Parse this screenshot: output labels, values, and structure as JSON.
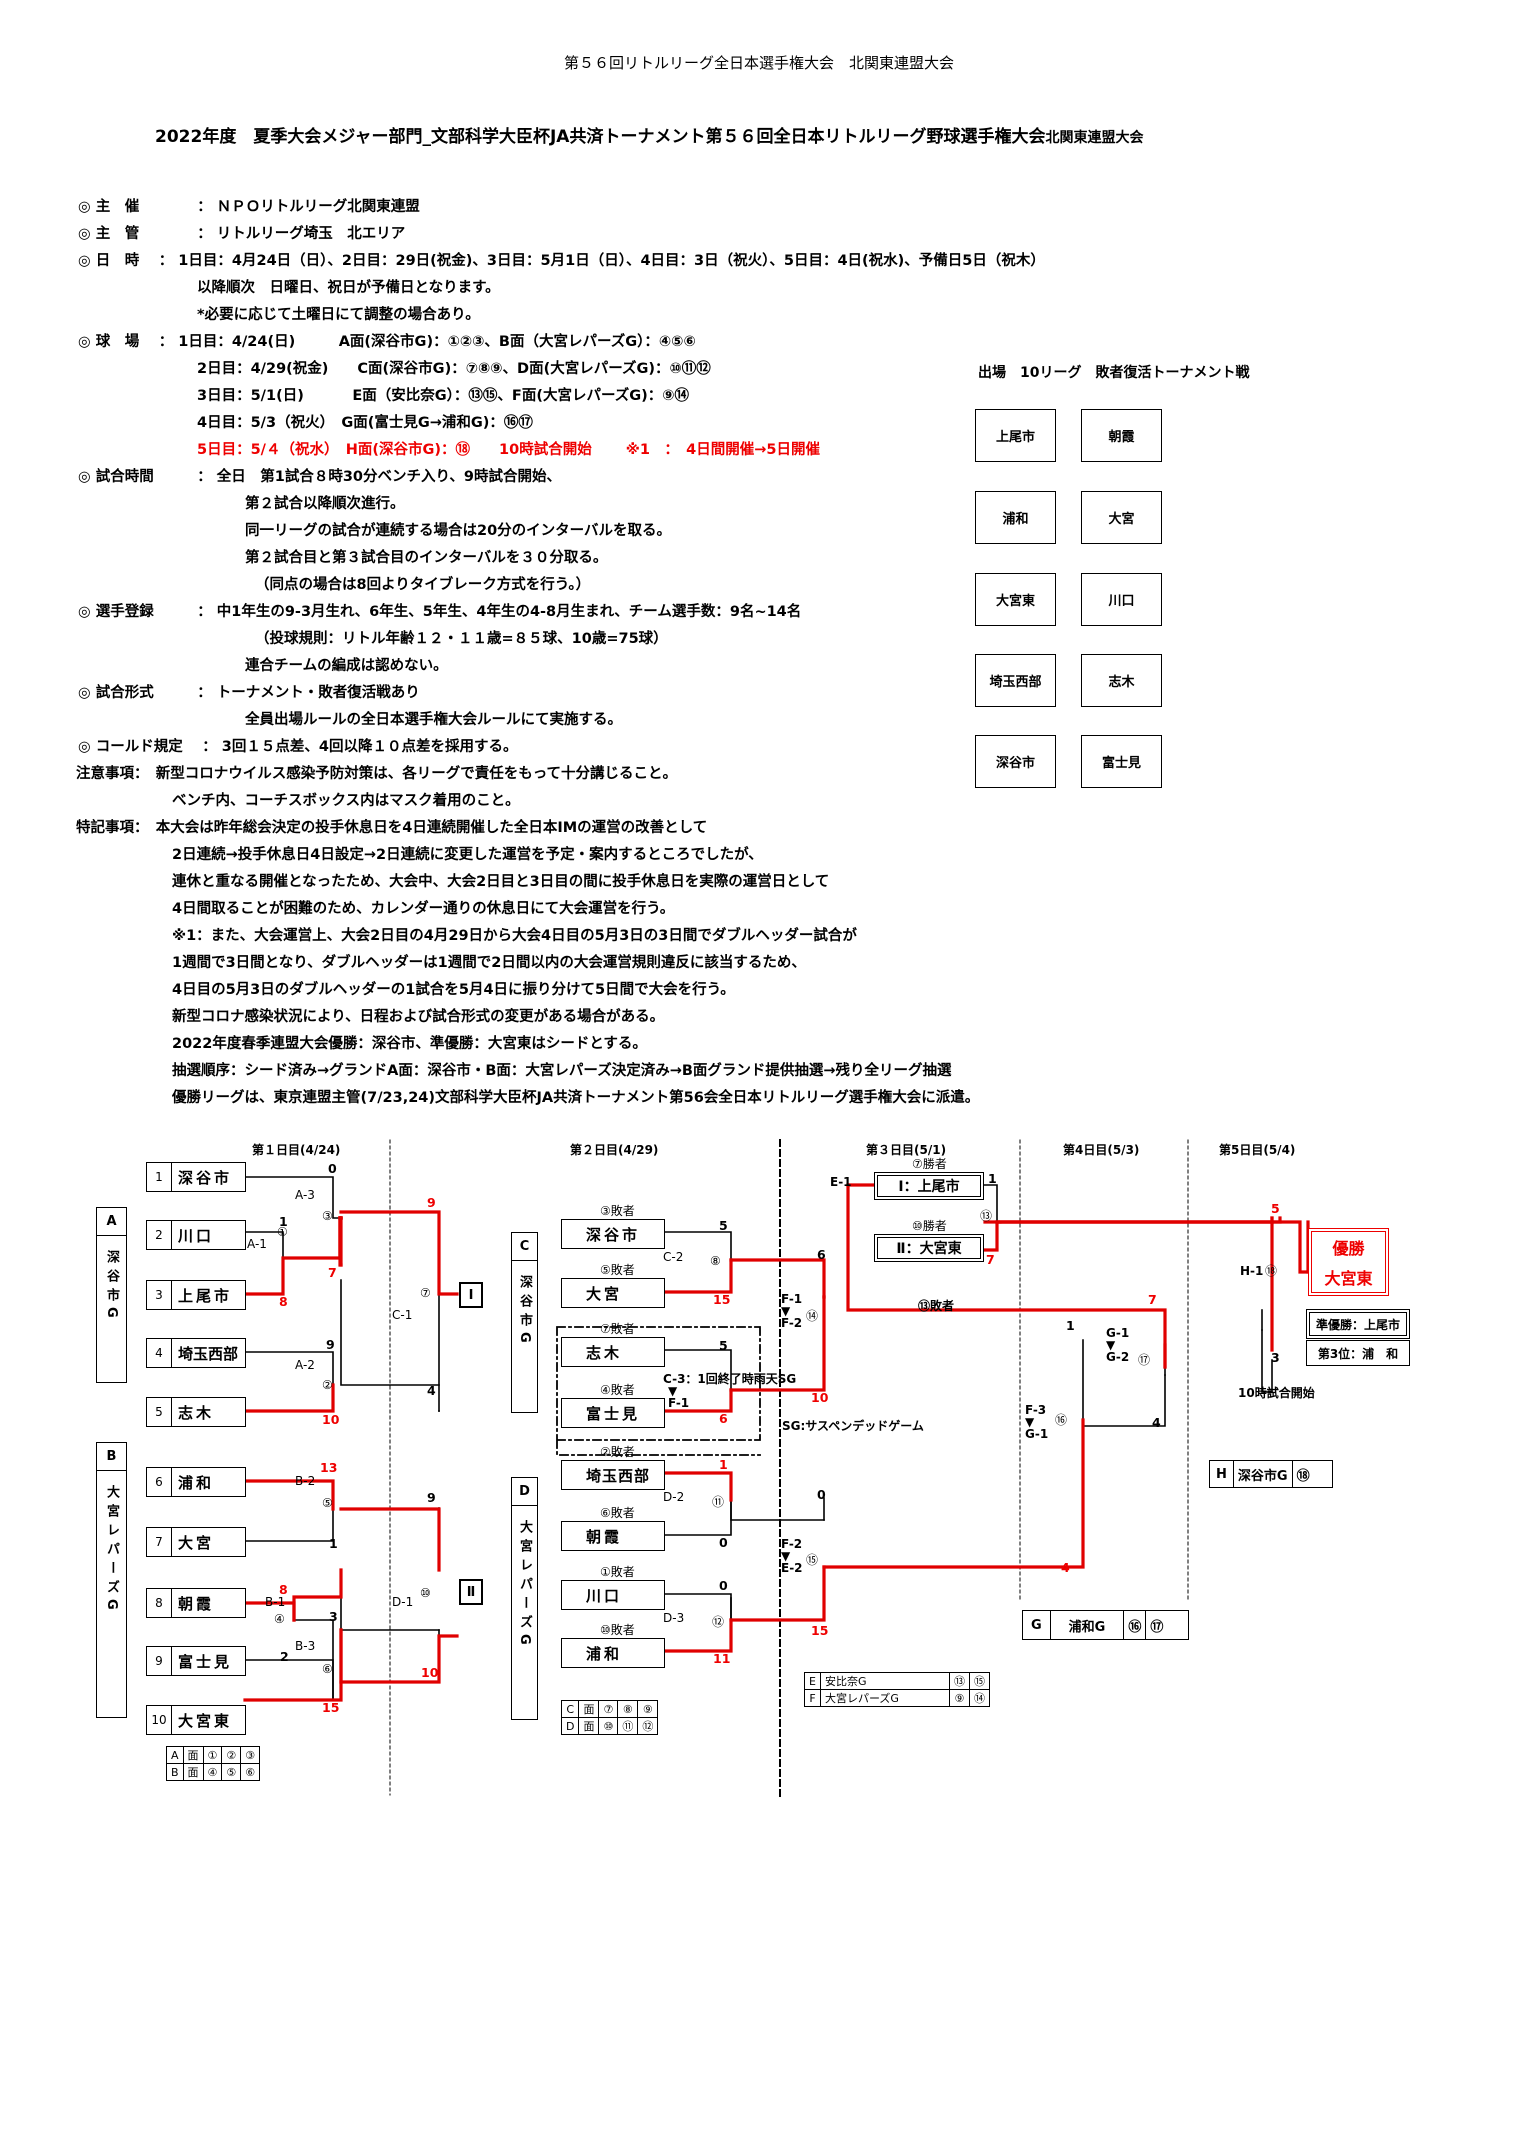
{
  "header": "第５６回リトルリーグ全日本選手権大会　北関東連盟大会",
  "title_main": "2022年度　夏季大会メジャー部門_文部科学大臣杯JA共済トーナメント第５６回全日本リトルリーグ野球選手権大会",
  "title_suffix": "北関東連盟大会",
  "info": {
    "l1": "◎ 主　催　　　　： ＮＰＯリトルリーグ北関東連盟",
    "l2": "◎ 主　管　　　　： リトルリーグ埼玉　北エリア",
    "l3": "◎ 日　時　 ： 1日目：4月24日（日）、2日目：29日(祝金)、3日目：5月1日（日）、4日目：3日（祝火）、5日目：4日(祝水)、予備日5日（祝木）",
    "l4": "以降順次　日曜日、祝日が予備日となります。",
    "l5": "*必要に応じて土曜日にて調整の場合あり。",
    "l6": "◎ 球　場　 ： 1日目：4/24(日)　　　A面(深谷市G)：①②③、B面（大宮レパーズG）：④⑤⑥",
    "l7": "2日目：4/29(祝金)　　C面(深谷市G)：⑦⑧⑨、D面(大宮レパーズG)：⑩⑪⑫",
    "l8": "3日目：5/1(日)　　　 E面（安比奈G）：⑬⑮、F面(大宮レパーズG)：⑨⑭",
    "l9": "4日目：5/3（祝火）　G面(富士見G→浦和G)：⑯⑰",
    "l10": "5日目：5/４（祝水）　H面(深谷市G)：⑱　　10時試合開始　　 ※1　：　4日間開催→5日開催",
    "l11": "◎ 試合時間　　　： 全日　第1試合８時30分ベンチ入り、9時試合開始、",
    "l12": "第２試合以降順次進行。",
    "l13": "同一リーグの試合が連続する場合は20分のインターバルを取る。",
    "l14": "第２試合目と第３試合目のインターバルを３０分取る。",
    "l15": "（同点の場合は8回よりタイブレーク方式を行う。）",
    "l16": "◎ 選手登録　　　： 中1年生の9-3月生れ、6年生、5年生、4年生の4-8月生まれ、チーム選手数：9名~14名",
    "l17": "（投球規則：リトル年齢１２・１１歳=８５球、10歳=75球）",
    "l18": "連合チームの編成は認めない。",
    "l19": "◎ 試合形式　　　： トーナメント・敗者復活戦あり",
    "l20": "全員出場ルールの全日本選手権大会ルールにて実施する。",
    "l21": "◎ コールド規定　 ： 3回１５点差、4回以降１０点差を採用する。",
    "l22": "注意事項：　新型コロナウイルス感染予防対策は、各リーグで責任をもって十分講じること。",
    "l23": "ベンチ内、コーチスボックス内はマスク着用のこと。",
    "l24": "特記事項：　本大会は昨年総会決定の投手休息日を4日連続開催した全日本IMの運営の改善として",
    "l25": "2日連続→投手休息日4日設定→2日連続に変更した運営を予定・案内するところでしたが、",
    "l26": "連休と重なる開催となったため、大会中、大会2日目と3日目の間に投手休息日を実際の運営日として",
    "l27": "4日間取ることが困難のため、カレンダー通りの休息日にて大会運営を行う。",
    "l28": "※1：また、大会運営上、大会2日目の4月29日から大会4日目の5月3日の3日間でダブルヘッダー試合が",
    "l29": "1週間で3日間となり、ダブルヘッダーは1週間で2日間以内の大会運営規則違反に該当するため、",
    "l30": "4日目の5月3日のダブルヘッダーの1試合を5月4日に振り分けて5日間で大会を行う。",
    "l31": "新型コロナ感染状況により、日程および試合形式の変更がある場合がある。",
    "l32": "2022年度春季連盟大会優勝：深谷市、準優勝：大宮東はシードとする。",
    "l33": "抽選順序：シード済み→グランドA面：深谷市・B面：大宮レパーズ決定済み→B面グランド提供抽選→残り全リーグ抽選",
    "l34": "優勝リーグは、東京連盟主管(7/23,24)文部科学大臣杯JA共済トーナメント第56会全日本リトルリーグ選手権大会に派遣。"
  },
  "participants": {
    "title": "出場　10リーグ　敗者復活トーナメント戦",
    "teams": [
      "上尾市",
      "朝霞",
      "浦和",
      "大宮",
      "大宮東",
      "川口",
      "埼玉西部",
      "志木",
      "深谷市",
      "富士見"
    ]
  },
  "days": [
    "第１日目(4/24)",
    "第２日目(4/29)",
    "第３日目(5/1)",
    "第4日目(5/3)",
    "第5日目(5/4)"
  ],
  "day1_teams": [
    {
      "no": "1",
      "name": "深谷市"
    },
    {
      "no": "2",
      "name": "川口"
    },
    {
      "no": "3",
      "name": "上尾市"
    },
    {
      "no": "4",
      "name": "埼玉西部"
    },
    {
      "no": "5",
      "name": "志木"
    },
    {
      "no": "6",
      "name": "浦和"
    },
    {
      "no": "7",
      "name": "大宮"
    },
    {
      "no": "8",
      "name": "朝霞"
    },
    {
      "no": "9",
      "name": "富士見"
    },
    {
      "no": "10",
      "name": "大宮東"
    }
  ],
  "groupA": {
    "head": "A",
    "body": "深谷市G"
  },
  "groupB": {
    "head": "B",
    "body": "大宮レパーズG"
  },
  "groupC": {
    "head": "C",
    "body": "深谷市G"
  },
  "groupD": {
    "head": "D",
    "body": "大宮レパーズG"
  },
  "day2_teams": [
    {
      "tag": "③敗者",
      "name": "深谷市"
    },
    {
      "tag": "⑤敗者",
      "name": "大宮"
    },
    {
      "tag": "⑦敗者",
      "name": "志木"
    },
    {
      "tag": "④敗者",
      "name": "富士見"
    },
    {
      "tag": "②敗者",
      "name": "埼玉西部"
    },
    {
      "tag": "⑥敗者",
      "name": "朝霞"
    },
    {
      "tag": "①敗者",
      "name": "川口"
    },
    {
      "tag": "⑩敗者",
      "name": "浦和"
    }
  ],
  "day3_winners": [
    {
      "tag": "⑦勝者",
      "name": "Ⅰ：上尾市"
    },
    {
      "tag": "⑩勝者",
      "name": "Ⅱ：大宮東"
    }
  ],
  "bracket_labels": {
    "I": "Ⅰ",
    "II": "Ⅱ",
    "loser13": "⑬敗者",
    "sg_note": "C-3：1回終了時雨天SG",
    "sg_def": "SG:サスペンデッドゲーム",
    "start10": "10時試合開始"
  },
  "champion": {
    "label": "優勝",
    "team": "大宮東"
  },
  "runner_up": "準優勝：上尾市",
  "third": "第3位：浦　和",
  "venue_H": {
    "key": "H",
    "name": "深谷市G",
    "game": "⑱"
  },
  "venue_G": {
    "key": "G",
    "name": "浦和G",
    "games": [
      "⑯",
      "⑰"
    ]
  },
  "table_AB": [
    [
      "A",
      "面",
      "①",
      "②",
      "③"
    ],
    [
      "B",
      "面",
      "④",
      "⑤",
      "⑥"
    ]
  ],
  "table_CD": [
    [
      "C",
      "面",
      "⑦",
      "⑧",
      "⑨"
    ],
    [
      "D",
      "面",
      "⑩",
      "⑪",
      "⑫"
    ]
  ],
  "table_EF": [
    [
      "E",
      "安比奈G",
      "⑬",
      "⑮"
    ],
    [
      "F",
      "大宮レパーズG",
      "⑨",
      "⑭"
    ]
  ],
  "games": [
    {
      "id": "①",
      "code": "A-1",
      "scores": [
        "1",
        "8"
      ]
    },
    {
      "id": "②",
      "code": "A-2",
      "scores": [
        "9",
        "10"
      ]
    },
    {
      "id": "③",
      "code": "A-3",
      "scores": [
        "0",
        "7"
      ]
    },
    {
      "id": "④",
      "code": "B-1",
      "scores": [
        "8",
        "3"
      ]
    },
    {
      "id": "⑤",
      "code": "B-2",
      "scores": [
        "13",
        "1"
      ]
    },
    {
      "id": "⑥",
      "code": "B-3",
      "scores": [
        "2",
        "15"
      ]
    },
    {
      "id": "⑦",
      "code": "C-1",
      "scores": [
        "9",
        "4"
      ]
    },
    {
      "id": "⑧",
      "code": "C-2",
      "scores": [
        "5",
        "15"
      ]
    },
    {
      "id": "⑨",
      "code": "C-3",
      "scores": [
        "5",
        "6"
      ]
    },
    {
      "id": "⑩",
      "code": "D-1",
      "scores": [
        "9",
        "10"
      ]
    },
    {
      "id": "⑪",
      "code": "D-2",
      "scores": [
        "1",
        "0"
      ]
    },
    {
      "id": "⑫",
      "code": "D-3",
      "scores": [
        "0",
        "11"
      ]
    },
    {
      "id": "⑬",
      "code": "E-1",
      "scores": [
        "1",
        "7"
      ]
    },
    {
      "id": "⑭",
      "code": "F-1/F-2",
      "scores": [
        "6",
        "10"
      ]
    },
    {
      "id": "⑮",
      "code": "E-2/F-2",
      "scores": [
        "0",
        "15"
      ]
    },
    {
      "id": "⑯",
      "code": "F-3/G-1",
      "scores": [
        "1",
        "4"
      ]
    },
    {
      "id": "⑰",
      "code": "G-1/G-2",
      "scores": [
        "7",
        "4"
      ]
    },
    {
      "id": "⑱",
      "code": "H-1",
      "scores": [
        "5",
        "3"
      ]
    }
  ],
  "colors": {
    "win": "#e00000",
    "line": "#000000"
  }
}
